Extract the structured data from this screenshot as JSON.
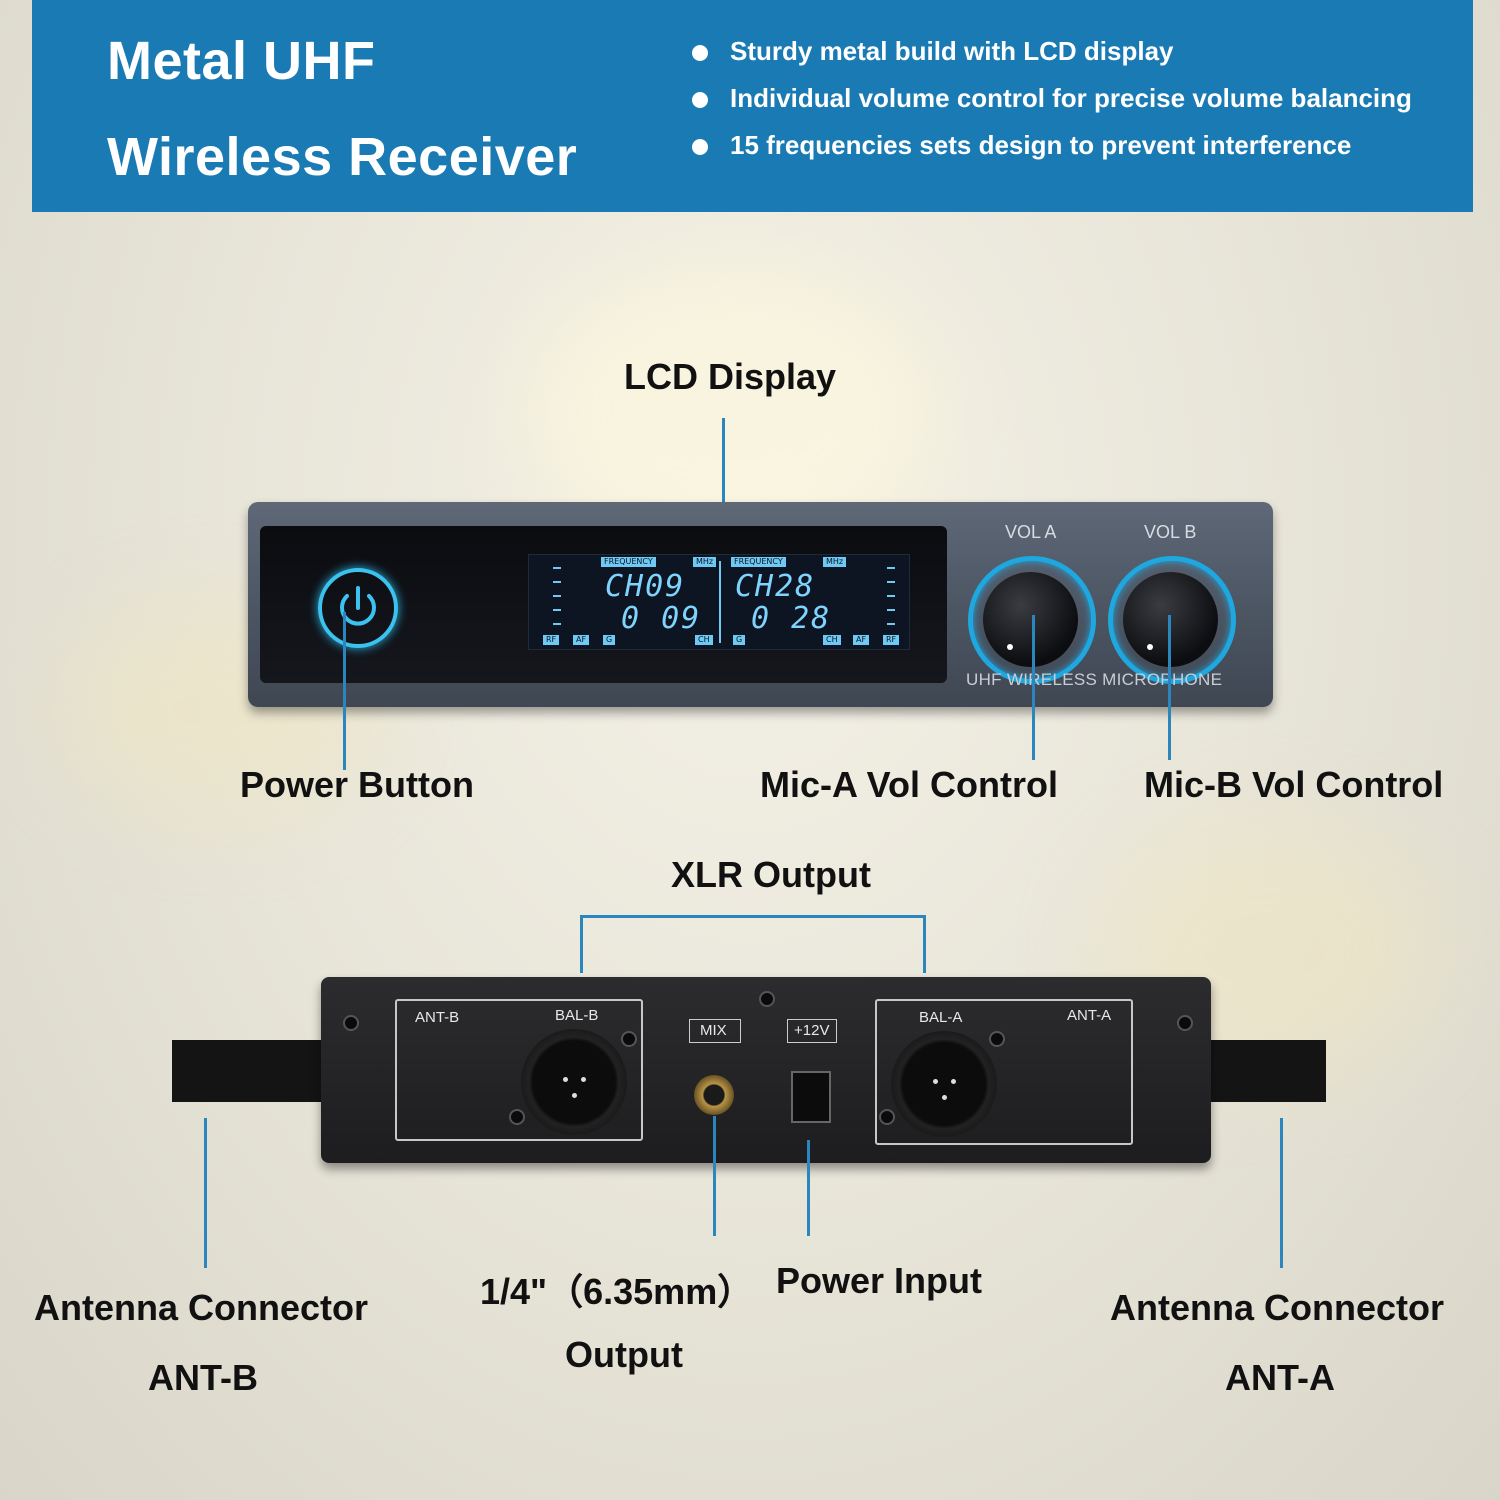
{
  "banner": {
    "title_line1": "Metal UHF",
    "title_line2": "Wireless Receiver",
    "bullets": [
      "Sturdy metal build with LCD display",
      "Individual volume control for precise volume balancing",
      "15 frequencies sets design to prevent interference"
    ],
    "color": "#1a7ab4"
  },
  "front_labels": {
    "lcd": "LCD Display",
    "power": "Power Button",
    "mic_a": "Mic-A Vol Control",
    "mic_b": "Mic-B Vol Control"
  },
  "device_front": {
    "vol_a": "VOL A",
    "vol_b": "VOL B",
    "brand": "UHF WIRELESS MICROPHONE",
    "lcd_left_ch": "CH09",
    "lcd_left_num": "0 09",
    "lcd_right_ch": "CH28",
    "lcd_right_num": "0 28",
    "freq_tag": "FREQUENCY",
    "mhz_tag": "MHz",
    "rf_tag": "RF",
    "af_tag": "AF",
    "g_tag": "G",
    "ch_tag": "CH"
  },
  "rear_labels": {
    "xlr": "XLR Output",
    "jack_line1": "1/4\"（6.35mm）",
    "jack_line2": "Output",
    "power_input": "Power Input",
    "ant_b_line1": "Antenna Connector",
    "ant_b_line2": "ANT-B",
    "ant_a_line1": "Antenna Connector",
    "ant_a_line2": "ANT-A"
  },
  "device_rear": {
    "ant_b": "ANT-B",
    "bal_b": "BAL-B",
    "mix": "MIX",
    "v12": "+12V",
    "bal_a": "BAL-A",
    "ant_a": "ANT-A"
  },
  "colors": {
    "accent": "#2b86bd",
    "led": "#3cc2ef"
  }
}
